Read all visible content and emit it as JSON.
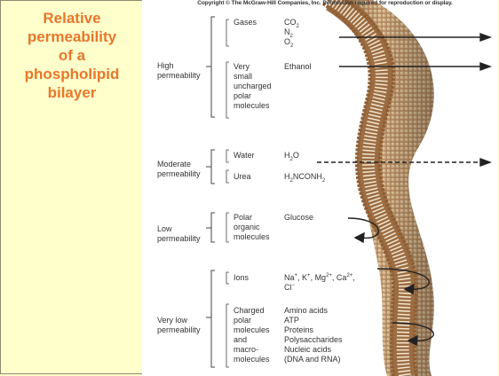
{
  "slide": {
    "title_lines": [
      "Relative",
      "permeability",
      "of a",
      "phospholipid",
      "bilayer"
    ],
    "copyright": "Copyright © The McGraw-Hill Companies, Inc. Permission required for reproduction or display."
  },
  "colors": {
    "background": "#ffffcc",
    "title": "#e8762a",
    "membrane_head": "#a5784c",
    "membrane_tail": "#c4a27c"
  },
  "levels": [
    {
      "category_lines": [
        "High",
        "permeability"
      ],
      "arrow": "solid arrow across the bilayer",
      "groups": [
        {
          "label_lines": [
            "Gases"
          ],
          "molecules": [
            "CO2",
            "N2",
            "O2"
          ]
        },
        {
          "label_lines": [
            "Very",
            "small",
            "uncharged",
            "polar",
            "molecules"
          ],
          "molecules": [
            "Ethanol"
          ]
        }
      ]
    },
    {
      "category_lines": [
        "Moderate",
        "permeability"
      ],
      "arrow": "dashed arrow across the bilayer",
      "groups": [
        {
          "label_lines": [
            "Water"
          ],
          "molecules": [
            "H2O"
          ]
        },
        {
          "label_lines": [
            "Urea"
          ],
          "molecules": [
            "H2NCONH2"
          ]
        }
      ]
    },
    {
      "category_lines": [
        "Low",
        "permeability"
      ],
      "arrow": "curved arrow bouncing off the bilayer",
      "groups": [
        {
          "label_lines": [
            "Polar",
            "organic",
            "molecules"
          ],
          "molecules": [
            "Glucose"
          ]
        }
      ]
    },
    {
      "category_lines": [
        "Very low",
        "permeability"
      ],
      "arrow": "curved arrows bouncing off the bilayer",
      "groups": [
        {
          "label_lines": [
            "Ions"
          ],
          "molecules": [
            "Na+, K+, Mg2+, Ca2+,",
            "Cl−"
          ]
        },
        {
          "label_lines": [
            "Charged",
            "polar",
            "molecules",
            "and",
            "macro-",
            "molecules"
          ],
          "molecules": [
            "Amino acids",
            "ATP",
            "Proteins",
            "Polysaccharides",
            "Nucleic acids",
            "(DNA and RNA)"
          ]
        }
      ]
    }
  ]
}
